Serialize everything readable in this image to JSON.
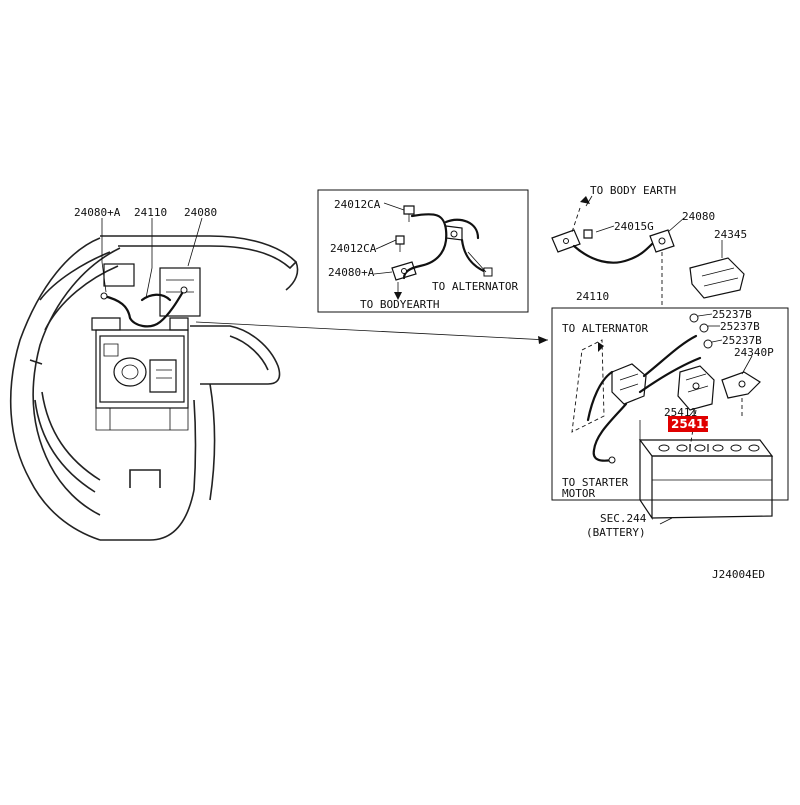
{
  "left_view": {
    "labels": {
      "p24080A": "24080+A",
      "p24110": "24110",
      "p24080": "24080"
    }
  },
  "inset_top": {
    "labels": {
      "p24012CA_top": "24012CA",
      "p24012CA_mid": "24012CA",
      "p24080A": "24080+A",
      "to_alternator": "TO ALTERNATOR",
      "to_body_earth": "TO BODYEARTH"
    }
  },
  "right_top": {
    "labels": {
      "to_body_earth": "TO BODY EARTH",
      "p24015G": "24015G",
      "p24080": "24080",
      "p24345": "24345"
    }
  },
  "inset_right": {
    "labels": {
      "p24110": "24110",
      "to_alternator": "TO ALTERNATOR",
      "p25237B_1": "25237B",
      "p25237B_2": "25237B",
      "p25237B_3": "25237B",
      "p24340P": "24340P",
      "p25411": "25411",
      "to_starter": "TO STARTER",
      "motor": "MOTOR"
    },
    "highlight": {
      "label": "25411",
      "color": "#e00000"
    }
  },
  "battery": {
    "sec": "SEC.244",
    "name": "(BATTERY)"
  },
  "diagram_code": "J24004ED"
}
